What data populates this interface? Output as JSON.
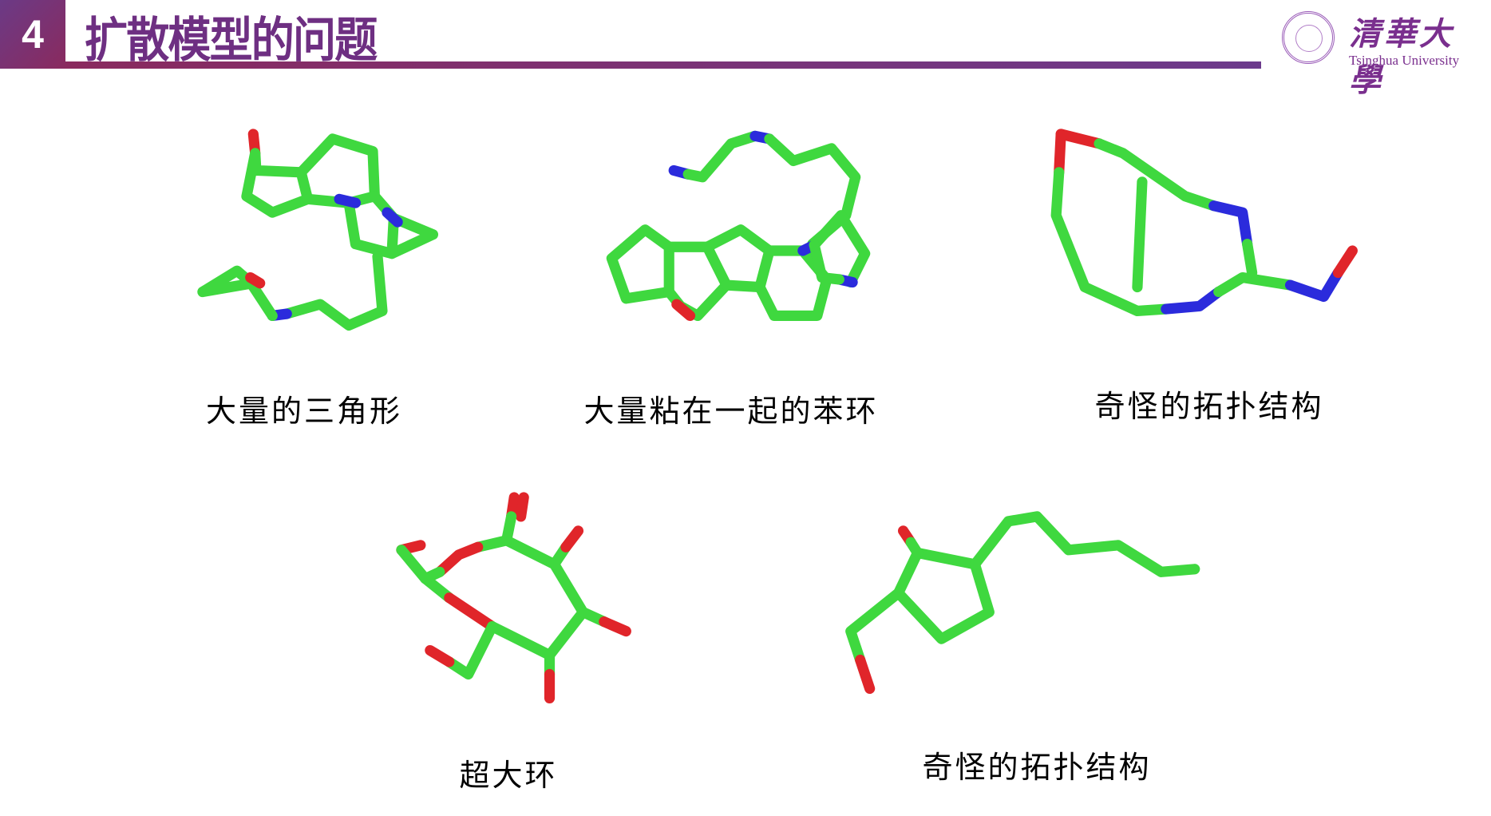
{
  "header": {
    "section_number": "4",
    "title": "扩散模型的问题"
  },
  "logo": {
    "name_cn": "清華大學",
    "name_en": "Tsinghua University"
  },
  "captions": [
    "大量的三角形",
    "大量粘在一起的苯环",
    "奇怪的拓扑结构",
    "超大环",
    "奇怪的拓扑结构"
  ],
  "colors": {
    "accent": "#6e2f82",
    "carbon": "#3fd83f",
    "nitrogen": "#2b2bdc",
    "oxygen": "#e0252a"
  }
}
